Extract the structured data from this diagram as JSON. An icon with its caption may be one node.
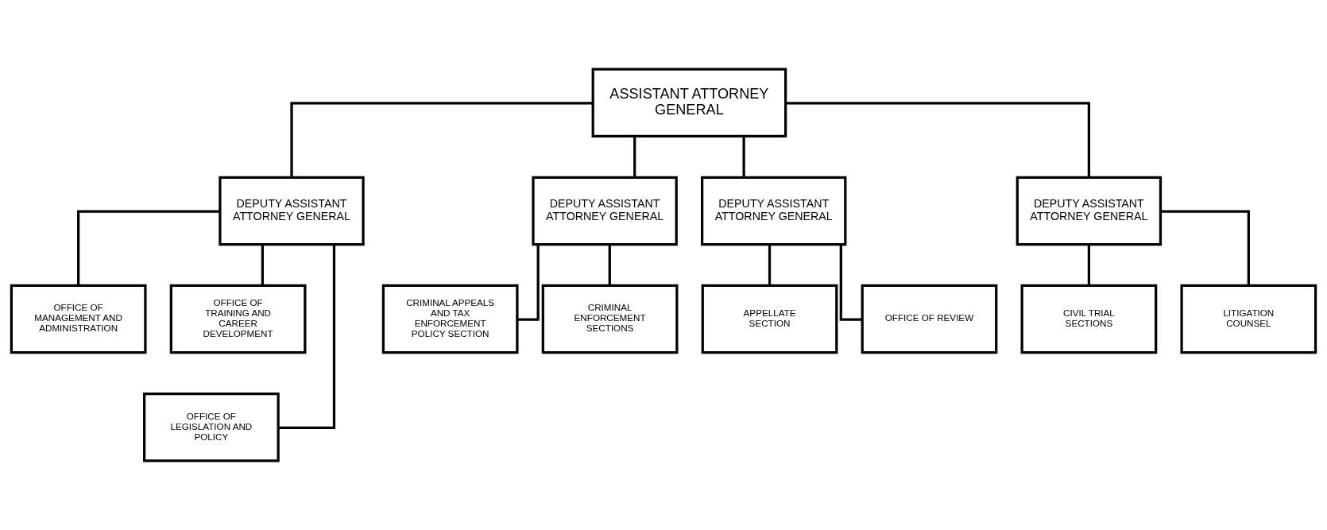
{
  "diagram": {
    "nodes": [
      {
        "text": [
          "ASSISTANT ATTORNEY GENERAL"
        ]
      },
      {
        "text": [
          "DEPUTY ASSISTANT ATTORNEY GENERAL"
        ]
      },
      {
        "text": [
          "DEPUTY ASSISTANT ATTORNEY GENERAL"
        ]
      },
      {
        "text": [
          "DEPUTY ASSISTANT ATTORNEY GENERAL"
        ]
      },
      {
        "text": [
          "DEPUTY ASSISTANT ATTORNEY GENERAL"
        ]
      },
      {
        "text": [
          "OFFICE OF MANAGEMENT AND ADMINISTRATION"
        ]
      },
      {
        "text": [
          "OFFICE OF TRAINING AND CAREER DEVELOPMENT"
        ]
      },
      {
        "text": [
          "OFFICE OF LEGISLATION AND POLICY"
        ]
      },
      {
        "text": [
          "CRIMINAL APPEALS AND TAX ENFORCEMENT POLICY SECTION"
        ]
      },
      {
        "text": [
          "CRIMINAL ENFORCEMENT SECTIONS"
        ]
      },
      {
        "text": [
          "APPELLATE SECTION"
        ]
      },
      {
        "text": [
          "OFFICE OF REVIEW"
        ]
      },
      {
        "text": [
          "CIVIL TRIAL SECTIONS"
        ]
      },
      {
        "text": [
          "LITIGATION COUNSEL"
        ]
      }
    ],
    "edges": [
      {
        "from": 0,
        "to": 1,
        "arrow": "none"
      },
      {
        "from": 0,
        "to": 2,
        "arrow": "none"
      },
      {
        "from": 0,
        "to": 3,
        "arrow": "none"
      },
      {
        "from": 0,
        "to": 4,
        "arrow": "none"
      },
      {
        "from": 1,
        "to": 5,
        "arrow": "none"
      },
      {
        "from": 1,
        "to": 6,
        "arrow": "none"
      },
      {
        "from": 1,
        "to": 7,
        "arrow": "none"
      },
      {
        "from": 2,
        "to": 8,
        "arrow": "none"
      },
      {
        "from": 2,
        "to": 9,
        "arrow": "none"
      },
      {
        "from": 3,
        "to": 10,
        "arrow": "none"
      },
      {
        "from": 3,
        "to": 11,
        "arrow": "none"
      },
      {
        "from": 4,
        "to": 12,
        "arrow": "none"
      },
      {
        "from": 4,
        "to": 13,
        "arrow": "none"
      }
    ]
  }
}
